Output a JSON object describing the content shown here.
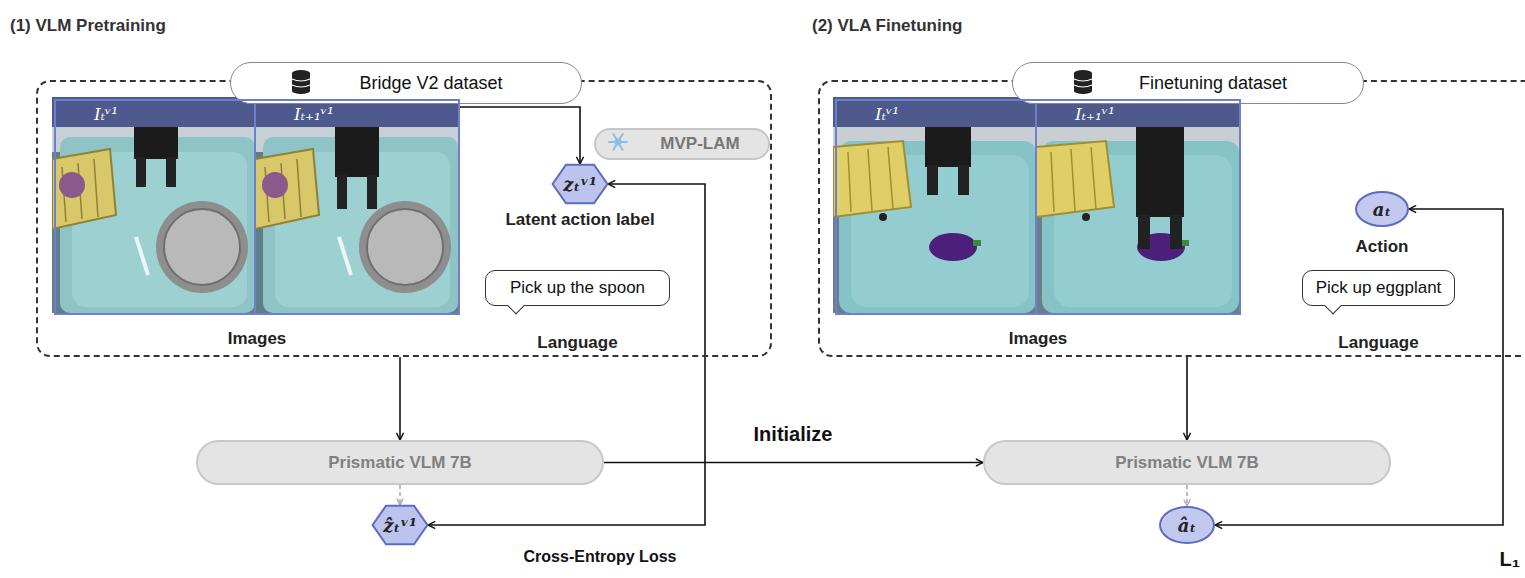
{
  "diagram": {
    "nodes": [
      {
        "text": [
          "(1) VLM Pretraining"
        ]
      },
      {
        "text": [
          "Bridge V2 dataset"
        ],
        "in": 0
      },
      {
        "text": [
          "Iₜᵛ¹",
          "Iₜ₊₁ᵛ¹",
          "Images"
        ],
        "in": 0
      },
      {
        "text": [
          "MVP-LAM"
        ],
        "in": 0
      },
      {
        "text": [
          "zₜᵛ¹",
          "Latent action label"
        ],
        "in": 0
      },
      {
        "text": [
          "Pick up the spoon",
          "Language"
        ],
        "in": 0
      },
      {
        "text": [
          "Prismatic VLM 7B"
        ]
      },
      {
        "text": [
          "ẑₜᵛ¹"
        ]
      },
      {
        "text": [
          "(2) VLA Finetuning"
        ]
      },
      {
        "text": [
          "Finetuning dataset"
        ],
        "in": 8
      },
      {
        "text": [
          "Iₜᵛ¹",
          "Iₜ₊₁ᵛ¹",
          "Images"
        ],
        "in": 8
      },
      {
        "text": [
          "aₜ",
          "Action"
        ],
        "in": 8
      },
      {
        "text": [
          "Pick up eggplant",
          "Language"
        ],
        "in": 8
      },
      {
        "text": [
          "Prismatic VLM 7B"
        ]
      },
      {
        "text": [
          "âₜ"
        ]
      }
    ],
    "edges": [
      {
        "from": 2,
        "to": 4,
        "arrow": "to"
      },
      {
        "from": 0,
        "to": 6,
        "arrow": "to"
      },
      {
        "from": 6,
        "to": 7,
        "arrow": "to"
      },
      {
        "from": 7,
        "to": 4,
        "label": "Cross-Entropy Loss",
        "arrow": "both"
      },
      {
        "from": 6,
        "to": 13,
        "label": "Initialize",
        "arrow": "to"
      },
      {
        "from": 8,
        "to": 13,
        "arrow": "to"
      },
      {
        "from": 13,
        "to": 14,
        "arrow": "to"
      },
      {
        "from": 14,
        "to": 11,
        "label": "L₁",
        "arrow": "both"
      }
    ]
  }
}
